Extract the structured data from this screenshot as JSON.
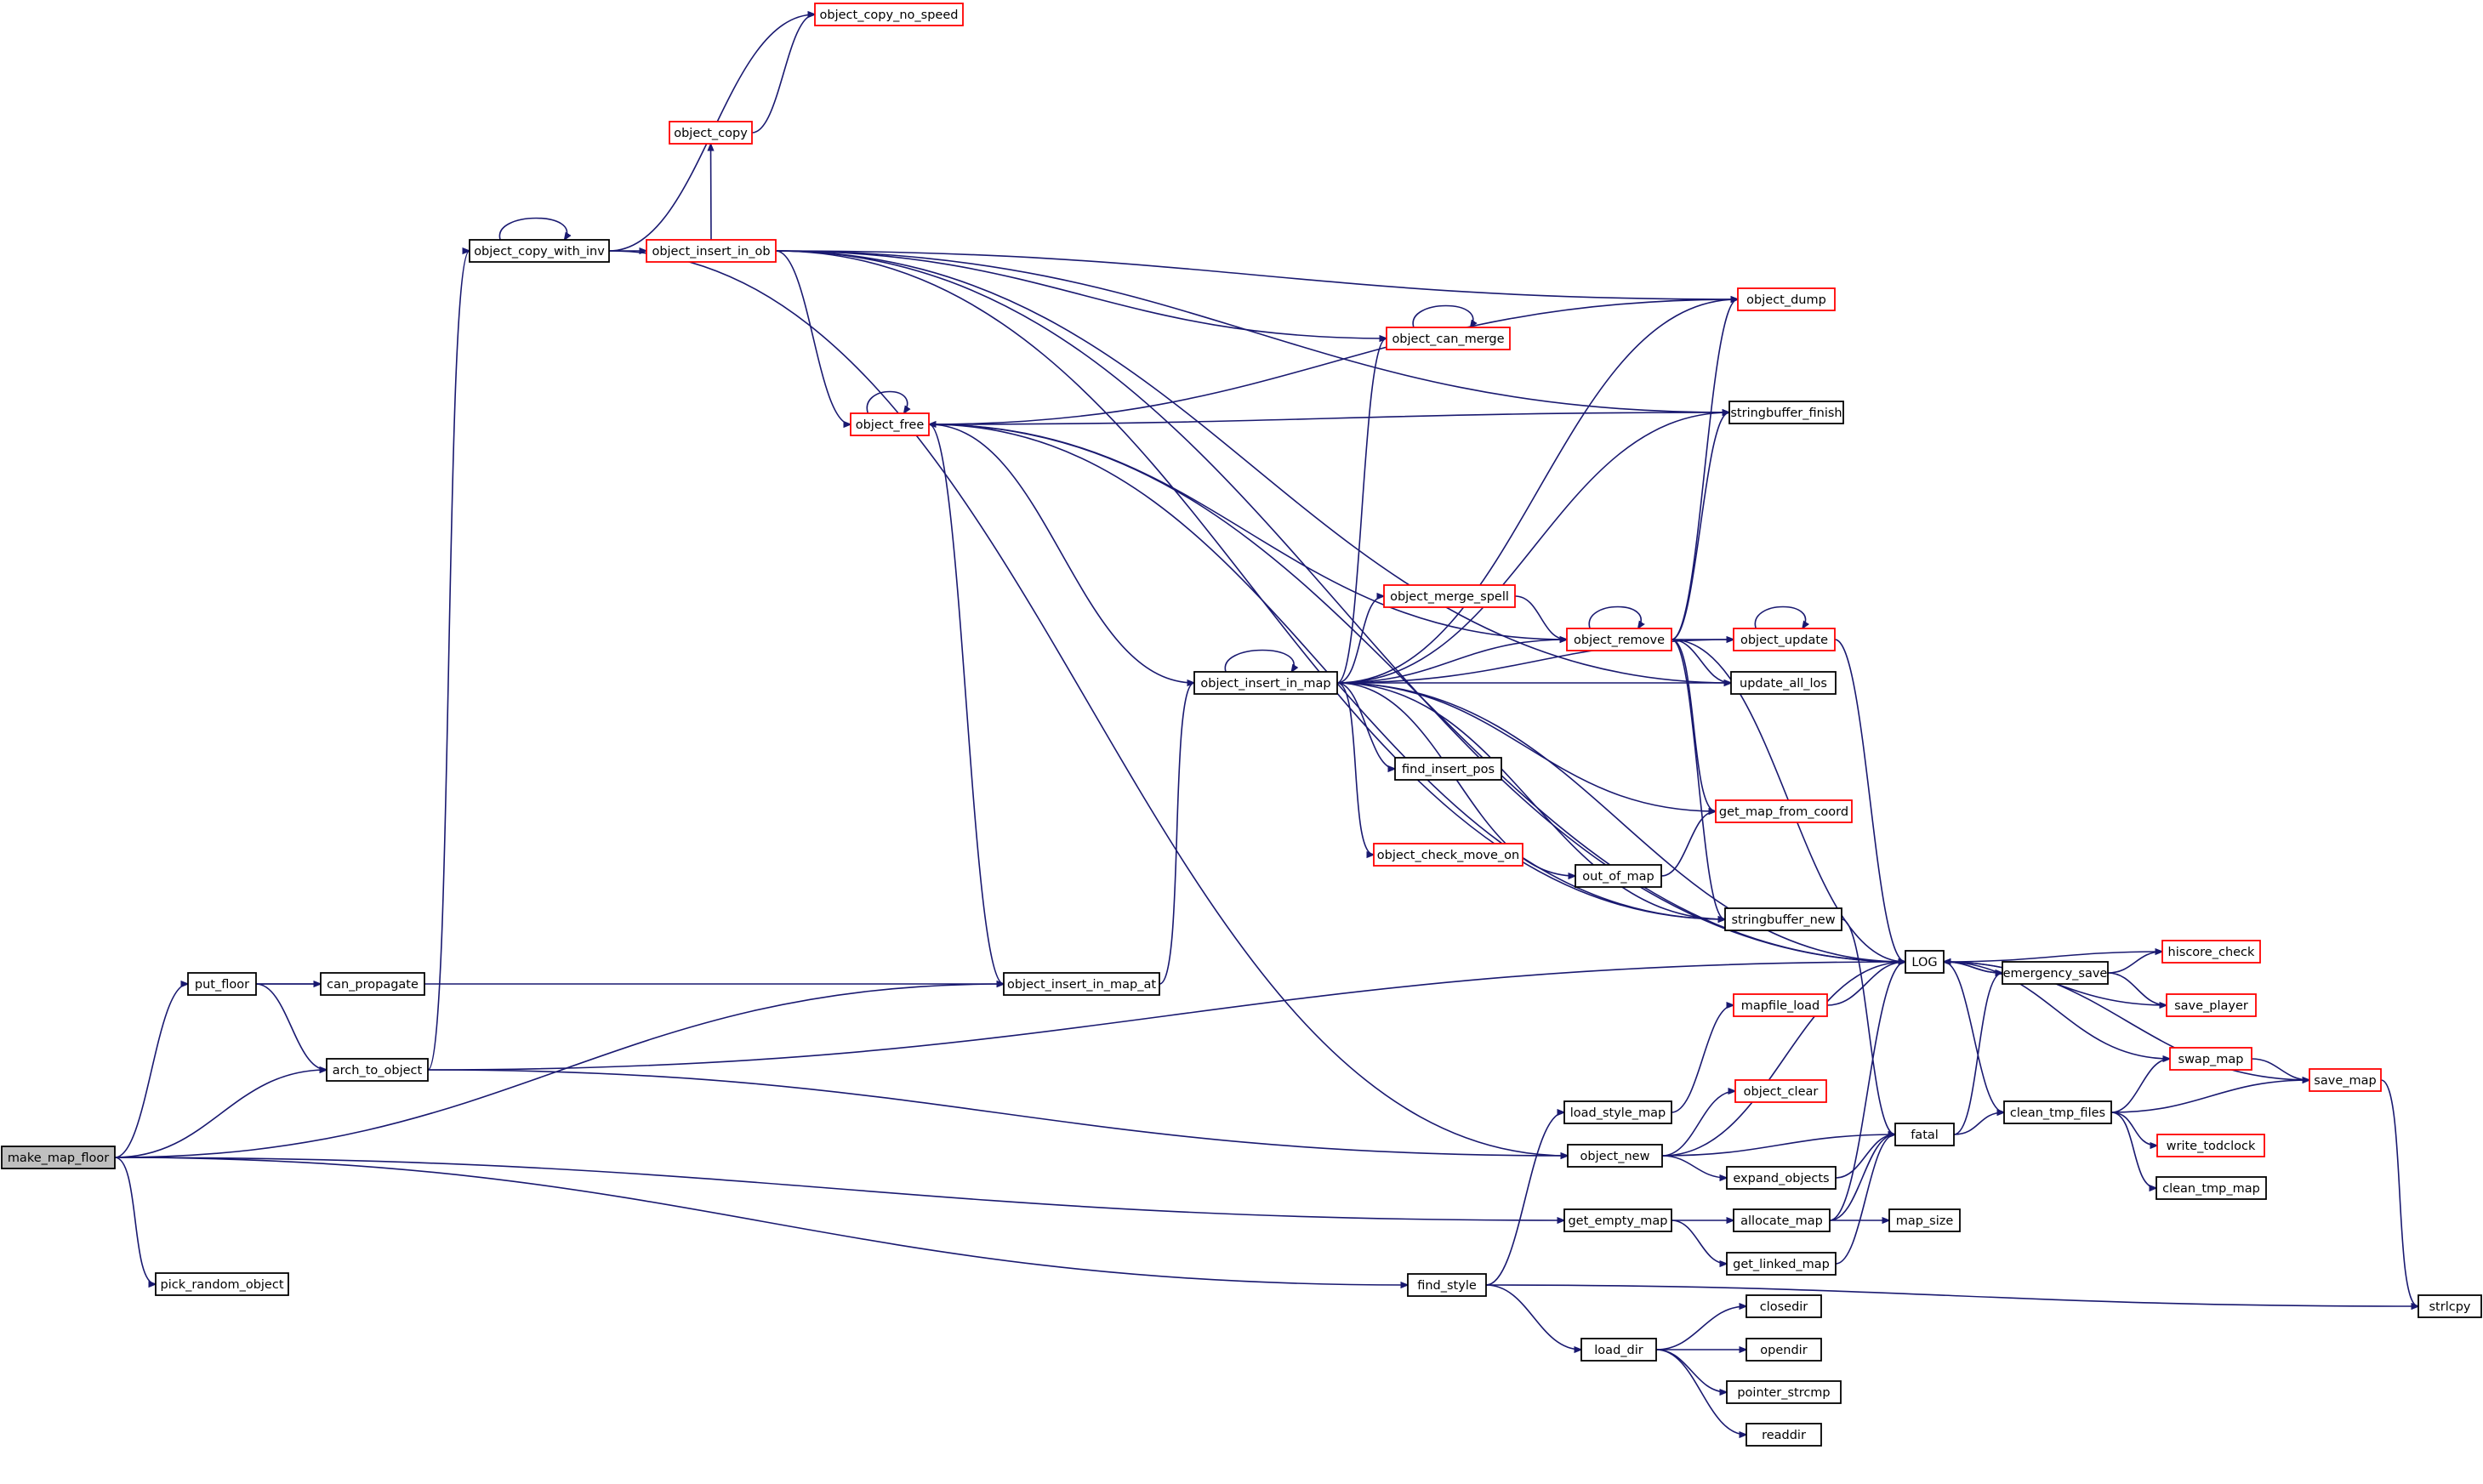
{
  "diagram": {
    "title": "",
    "colors": {
      "edge": "#191970",
      "root_fill": "#bfbfbf",
      "node_border": "#000000",
      "node_border_incomplete": "#ff0000"
    },
    "nodes": [
      {
        "id": "make_map_floor",
        "label": "make_map_floor",
        "style": "root"
      },
      {
        "id": "put_floor",
        "label": "put_floor",
        "style": "black"
      },
      {
        "id": "arch_to_object",
        "label": "arch_to_object",
        "style": "black"
      },
      {
        "id": "pick_random_object",
        "label": "pick_random_object",
        "style": "black"
      },
      {
        "id": "can_propagate",
        "label": "can_propagate",
        "style": "black"
      },
      {
        "id": "object_copy_with_inv",
        "label": "object_copy_with_inv",
        "style": "black"
      },
      {
        "id": "object_copy_no_speed",
        "label": "object_copy_no_speed",
        "style": "red"
      },
      {
        "id": "object_copy",
        "label": "object_copy",
        "style": "red"
      },
      {
        "id": "object_insert_in_ob",
        "label": "object_insert_in_ob",
        "style": "red"
      },
      {
        "id": "object_free",
        "label": "object_free",
        "style": "red"
      },
      {
        "id": "object_insert_in_map_at",
        "label": "object_insert_in_map_at",
        "style": "black"
      },
      {
        "id": "object_insert_in_map",
        "label": "object_insert_in_map",
        "style": "black"
      },
      {
        "id": "object_merge_spell",
        "label": "object_merge_spell",
        "style": "red"
      },
      {
        "id": "object_can_merge",
        "label": "object_can_merge",
        "style": "red"
      },
      {
        "id": "find_insert_pos",
        "label": "find_insert_pos",
        "style": "black"
      },
      {
        "id": "object_check_move_on",
        "label": "object_check_move_on",
        "style": "red"
      },
      {
        "id": "out_of_map",
        "label": "out_of_map",
        "style": "black"
      },
      {
        "id": "object_remove",
        "label": "object_remove",
        "style": "red"
      },
      {
        "id": "object_dump",
        "label": "object_dump",
        "style": "red"
      },
      {
        "id": "stringbuffer_finish",
        "label": "stringbuffer_finish",
        "style": "black"
      },
      {
        "id": "object_update",
        "label": "object_update",
        "style": "red"
      },
      {
        "id": "update_all_los",
        "label": "update_all_los",
        "style": "black"
      },
      {
        "id": "get_map_from_coord",
        "label": "get_map_from_coord",
        "style": "red"
      },
      {
        "id": "stringbuffer_new",
        "label": "stringbuffer_new",
        "style": "black"
      },
      {
        "id": "LOG",
        "label": "LOG",
        "style": "black"
      },
      {
        "id": "emergency_save",
        "label": "emergency_save",
        "style": "black"
      },
      {
        "id": "hiscore_check",
        "label": "hiscore_check",
        "style": "red"
      },
      {
        "id": "save_player",
        "label": "save_player",
        "style": "red"
      },
      {
        "id": "mapfile_load",
        "label": "mapfile_load",
        "style": "red"
      },
      {
        "id": "load_style_map",
        "label": "load_style_map",
        "style": "black"
      },
      {
        "id": "object_clear",
        "label": "object_clear",
        "style": "red"
      },
      {
        "id": "object_new",
        "label": "object_new",
        "style": "black"
      },
      {
        "id": "expand_objects",
        "label": "expand_objects",
        "style": "black"
      },
      {
        "id": "fatal",
        "label": "fatal",
        "style": "black"
      },
      {
        "id": "clean_tmp_files",
        "label": "clean_tmp_files",
        "style": "black"
      },
      {
        "id": "swap_map",
        "label": "swap_map",
        "style": "red"
      },
      {
        "id": "save_map",
        "label": "save_map",
        "style": "red"
      },
      {
        "id": "write_todclock",
        "label": "write_todclock",
        "style": "red"
      },
      {
        "id": "clean_tmp_map",
        "label": "clean_tmp_map",
        "style": "black"
      },
      {
        "id": "get_empty_map",
        "label": "get_empty_map",
        "style": "black"
      },
      {
        "id": "allocate_map",
        "label": "allocate_map",
        "style": "black"
      },
      {
        "id": "get_linked_map",
        "label": "get_linked_map",
        "style": "black"
      },
      {
        "id": "map_size",
        "label": "map_size",
        "style": "black"
      },
      {
        "id": "find_style",
        "label": "find_style",
        "style": "black"
      },
      {
        "id": "load_dir",
        "label": "load_dir",
        "style": "black"
      },
      {
        "id": "closedir",
        "label": "closedir",
        "style": "black"
      },
      {
        "id": "opendir",
        "label": "opendir",
        "style": "black"
      },
      {
        "id": "pointer_strcmp",
        "label": "pointer_strcmp",
        "style": "black"
      },
      {
        "id": "readdir",
        "label": "readdir",
        "style": "black"
      },
      {
        "id": "strlcpy",
        "label": "strlcpy",
        "style": "black"
      }
    ],
    "edges": [
      [
        "make_map_floor",
        "put_floor"
      ],
      [
        "make_map_floor",
        "arch_to_object"
      ],
      [
        "make_map_floor",
        "pick_random_object"
      ],
      [
        "make_map_floor",
        "object_insert_in_map_at"
      ],
      [
        "make_map_floor",
        "get_empty_map"
      ],
      [
        "make_map_floor",
        "find_style"
      ],
      [
        "put_floor",
        "can_propagate"
      ],
      [
        "put_floor",
        "arch_to_object"
      ],
      [
        "put_floor",
        "object_insert_in_map_at"
      ],
      [
        "arch_to_object",
        "object_copy_with_inv"
      ],
      [
        "arch_to_object",
        "LOG"
      ],
      [
        "arch_to_object",
        "object_new"
      ],
      [
        "object_copy_with_inv",
        "object_copy_with_inv"
      ],
      [
        "object_copy_with_inv",
        "object_copy_no_speed"
      ],
      [
        "object_copy_with_inv",
        "object_insert_in_ob"
      ],
      [
        "object_copy_with_inv",
        "object_new"
      ],
      [
        "object_copy",
        "object_copy_no_speed"
      ],
      [
        "object_insert_in_ob",
        "object_copy"
      ],
      [
        "object_insert_in_ob",
        "LOG"
      ],
      [
        "object_insert_in_ob",
        "object_dump"
      ],
      [
        "object_insert_in_ob",
        "stringbuffer_finish"
      ],
      [
        "object_insert_in_ob",
        "update_all_los"
      ],
      [
        "object_insert_in_ob",
        "object_can_merge"
      ],
      [
        "object_insert_in_ob",
        "object_free"
      ],
      [
        "object_insert_in_ob",
        "stringbuffer_new"
      ],
      [
        "object_free",
        "object_free"
      ],
      [
        "object_free",
        "LOG"
      ],
      [
        "object_free",
        "object_dump"
      ],
      [
        "object_free",
        "stringbuffer_finish"
      ],
      [
        "object_free",
        "object_remove"
      ],
      [
        "object_free",
        "object_insert_in_map_at"
      ],
      [
        "object_free",
        "stringbuffer_new"
      ],
      [
        "object_insert_in_map_at",
        "object_insert_in_map"
      ],
      [
        "object_insert_in_map",
        "object_insert_in_map"
      ],
      [
        "object_insert_in_map",
        "object_free"
      ],
      [
        "object_insert_in_map",
        "object_can_merge"
      ],
      [
        "object_insert_in_map",
        "object_dump"
      ],
      [
        "object_insert_in_map",
        "stringbuffer_finish"
      ],
      [
        "object_insert_in_map",
        "object_merge_spell"
      ],
      [
        "object_insert_in_map",
        "object_remove"
      ],
      [
        "object_insert_in_map",
        "object_update"
      ],
      [
        "object_insert_in_map",
        "update_all_los"
      ],
      [
        "object_insert_in_map",
        "LOG"
      ],
      [
        "object_insert_in_map",
        "find_insert_pos"
      ],
      [
        "object_insert_in_map",
        "get_map_from_coord"
      ],
      [
        "object_insert_in_map",
        "object_check_move_on"
      ],
      [
        "object_insert_in_map",
        "out_of_map"
      ],
      [
        "object_insert_in_map",
        "stringbuffer_new"
      ],
      [
        "object_merge_spell",
        "object_remove"
      ],
      [
        "object_can_merge",
        "object_can_merge"
      ],
      [
        "object_remove",
        "object_remove"
      ],
      [
        "object_remove",
        "object_dump"
      ],
      [
        "object_remove",
        "stringbuffer_finish"
      ],
      [
        "object_remove",
        "object_update"
      ],
      [
        "object_remove",
        "update_all_los"
      ],
      [
        "object_remove",
        "LOG"
      ],
      [
        "object_remove",
        "get_map_from_coord"
      ],
      [
        "object_remove",
        "stringbuffer_new"
      ],
      [
        "object_update",
        "object_update"
      ],
      [
        "object_update",
        "LOG"
      ],
      [
        "out_of_map",
        "get_map_from_coord"
      ],
      [
        "stringbuffer_new",
        "fatal"
      ],
      [
        "LOG",
        "emergency_save"
      ],
      [
        "LOG",
        "clean_tmp_files"
      ],
      [
        "emergency_save",
        "LOG"
      ],
      [
        "emergency_save",
        "hiscore_check"
      ],
      [
        "emergency_save",
        "save_player"
      ],
      [
        "hiscore_check",
        "LOG"
      ],
      [
        "save_player",
        "LOG"
      ],
      [
        "mapfile_load",
        "LOG"
      ],
      [
        "load_style_map",
        "mapfile_load"
      ],
      [
        "object_new",
        "LOG"
      ],
      [
        "object_new",
        "object_clear"
      ],
      [
        "object_new",
        "fatal"
      ],
      [
        "object_new",
        "expand_objects"
      ],
      [
        "expand_objects",
        "fatal"
      ],
      [
        "fatal",
        "emergency_save"
      ],
      [
        "fatal",
        "clean_tmp_files"
      ],
      [
        "clean_tmp_files",
        "swap_map"
      ],
      [
        "clean_tmp_files",
        "save_map"
      ],
      [
        "clean_tmp_files",
        "write_todclock"
      ],
      [
        "clean_tmp_files",
        "clean_tmp_map"
      ],
      [
        "swap_map",
        "LOG"
      ],
      [
        "swap_map",
        "save_map"
      ],
      [
        "save_map",
        "LOG"
      ],
      [
        "save_map",
        "strlcpy"
      ],
      [
        "get_empty_map",
        "allocate_map"
      ],
      [
        "get_empty_map",
        "get_linked_map"
      ],
      [
        "allocate_map",
        "LOG"
      ],
      [
        "allocate_map",
        "fatal"
      ],
      [
        "allocate_map",
        "map_size"
      ],
      [
        "get_linked_map",
        "fatal"
      ],
      [
        "find_style",
        "load_style_map"
      ],
      [
        "find_style",
        "load_dir"
      ],
      [
        "find_style",
        "strlcpy"
      ],
      [
        "load_dir",
        "closedir"
      ],
      [
        "load_dir",
        "opendir"
      ],
      [
        "load_dir",
        "pointer_strcmp"
      ],
      [
        "load_dir",
        "readdir"
      ]
    ]
  }
}
